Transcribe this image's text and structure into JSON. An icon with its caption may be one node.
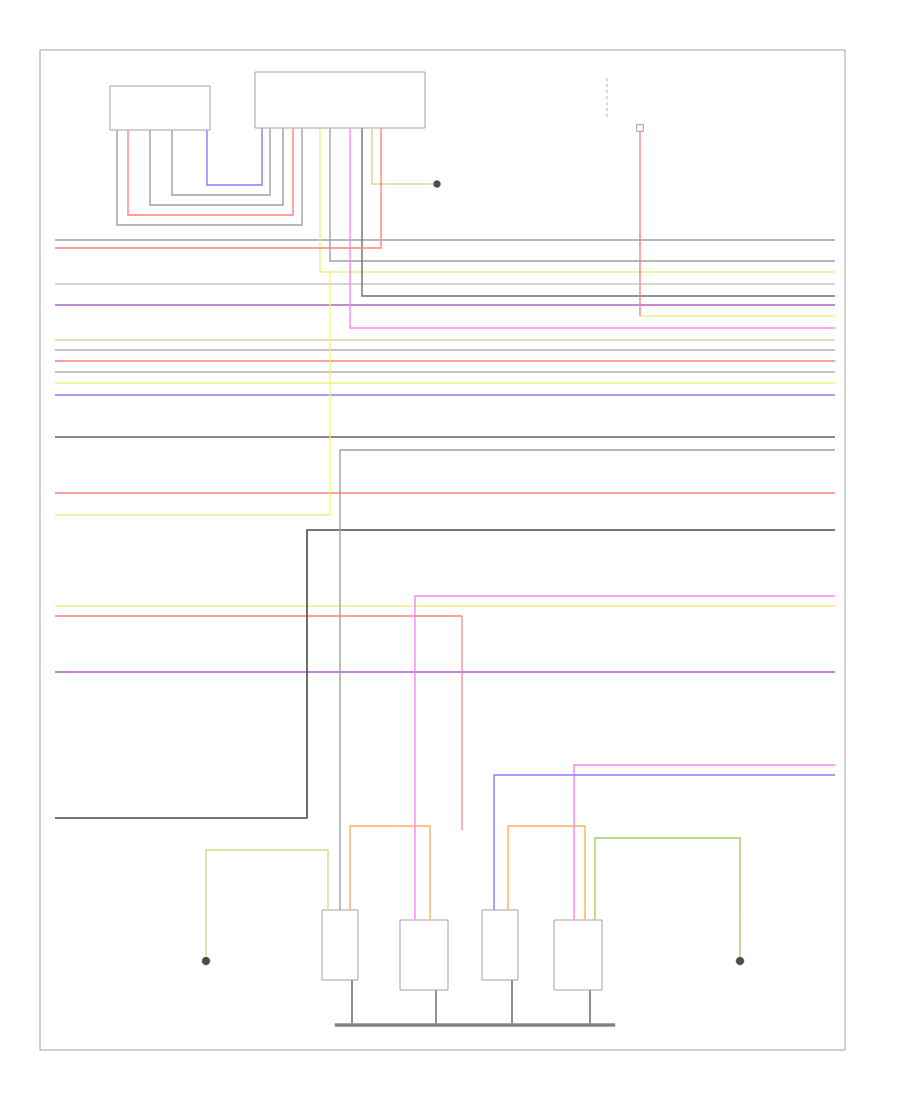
{
  "diagram": {
    "nodes": [
      {
        "text": [],
        "shape": "box"
      },
      {
        "text": [],
        "shape": "box"
      },
      {
        "text": [],
        "shape": "circle"
      },
      {
        "text": [],
        "shape": "box"
      },
      {
        "text": [],
        "shape": "circle"
      },
      {
        "text": [],
        "shape": "box"
      },
      {
        "text": [],
        "shape": "box"
      },
      {
        "text": [],
        "shape": "box"
      },
      {
        "text": [],
        "shape": "box"
      },
      {
        "text": [],
        "shape": "circle"
      },
      {
        "text": [],
        "shape": "bar"
      }
    ],
    "edges": [
      {
        "from": 0,
        "to": 1,
        "arrow": "none",
        "color": "#8080ff"
      },
      {
        "from": 0,
        "to": 1,
        "arrow": "none",
        "color": "#a0a0a0"
      },
      {
        "from": 0,
        "to": 1,
        "arrow": "none",
        "color": "#a0a0a0"
      },
      {
        "from": 0,
        "to": 1,
        "arrow": "none",
        "color": "#ff8080"
      },
      {
        "from": 0,
        "to": 1,
        "arrow": "none",
        "color": "#a0a0a0"
      },
      {
        "from": 1,
        "to": 2,
        "arrow": "none",
        "color": "#e0d0a0"
      },
      {
        "from": 1,
        "to": null,
        "arrow": "none",
        "color": "#f0f080"
      },
      {
        "from": 1,
        "to": null,
        "arrow": "none",
        "color": "#a0a0a0"
      },
      {
        "from": 1,
        "to": null,
        "arrow": "none",
        "color": "#ff80ff"
      },
      {
        "from": 1,
        "to": null,
        "arrow": "none",
        "color": "#707070"
      },
      {
        "from": 1,
        "to": null,
        "arrow": "none",
        "color": "#ff8080"
      },
      {
        "from": 3,
        "to": null,
        "arrow": "none",
        "color": "#ff8080"
      },
      {
        "from": null,
        "to": 5,
        "arrow": "none",
        "color": "#a0a0a0"
      },
      {
        "from": null,
        "to": 6,
        "arrow": "none",
        "color": "#ff80ff"
      },
      {
        "from": null,
        "to": 8,
        "arrow": "none",
        "color": "#ff80ff"
      },
      {
        "from": null,
        "to": 7,
        "arrow": "none",
        "color": "#8080ff"
      },
      {
        "from": 4,
        "to": 5,
        "arrow": "none",
        "color": "#d8d890"
      },
      {
        "from": 8,
        "to": 9,
        "arrow": "none",
        "color": "#a0d060"
      },
      {
        "from": 5,
        "to": 10,
        "arrow": "none",
        "color": "#606060"
      },
      {
        "from": 6,
        "to": 10,
        "arrow": "none",
        "color": "#606060"
      },
      {
        "from": 7,
        "to": 10,
        "arrow": "none",
        "color": "#606060"
      },
      {
        "from": 8,
        "to": 10,
        "arrow": "none",
        "color": "#606060"
      },
      {
        "from": 5,
        "to": 6,
        "arrow": "none",
        "color": "#ffb060"
      },
      {
        "from": 7,
        "to": 8,
        "arrow": "none",
        "color": "#ffb060"
      }
    ]
  }
}
